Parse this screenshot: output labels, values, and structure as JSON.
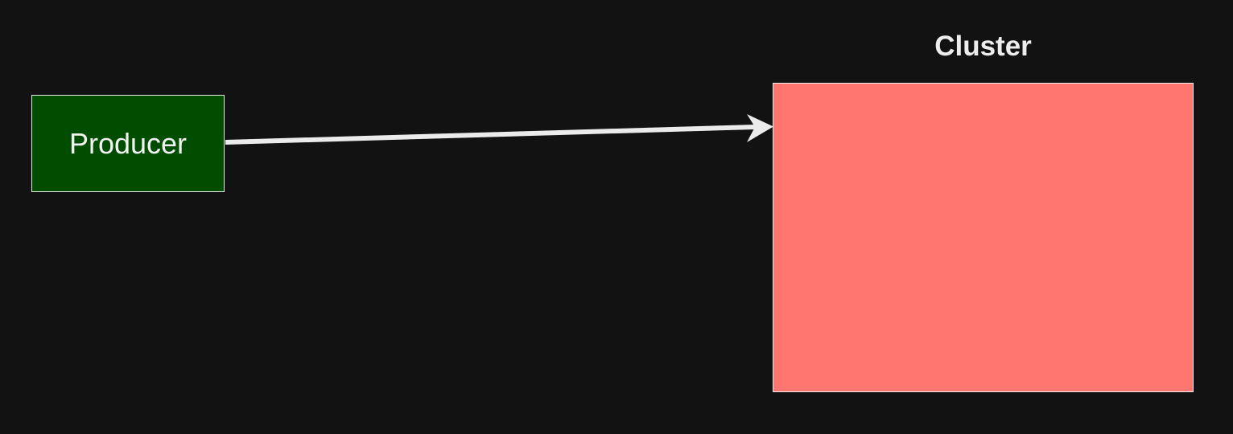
{
  "diagram": {
    "background_color": "#121212",
    "producer": {
      "label": "Producer",
      "fill_color": "#004d00",
      "border_color": "#e8e8e8"
    },
    "cluster": {
      "title": "Cluster",
      "fill_color": "#ff7570",
      "border_color": "#f0f0f0"
    },
    "edge": {
      "from": "Producer",
      "to": "Cluster",
      "color": "#ebebeb"
    }
  }
}
